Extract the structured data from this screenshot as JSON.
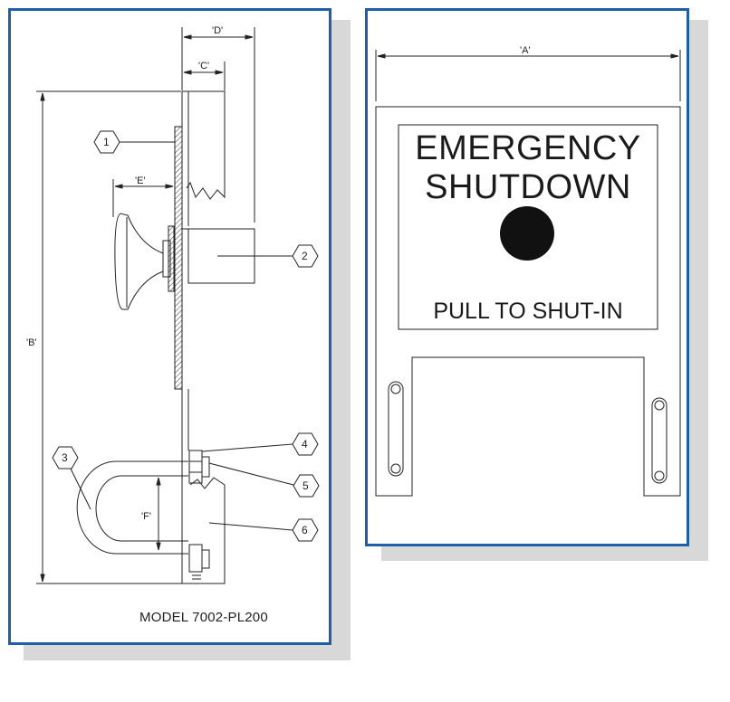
{
  "colors": {
    "panel_border": "#1f5fa6",
    "shadow": "#d8d8d8",
    "line": "#222222"
  },
  "side_view": {
    "model_label": "MODEL 7002-PL200",
    "dimensions": {
      "b": "'B'",
      "c": "'C'",
      "d": "'D'",
      "e": "'E'",
      "f": "'F'"
    },
    "callouts": [
      "1",
      "2",
      "3",
      "4",
      "5",
      "6"
    ]
  },
  "front_view": {
    "dimension_a": "'A'",
    "sign_line_1": "EMERGENCY",
    "sign_line_2": "SHUTDOWN",
    "sign_footer": "PULL TO SHUT-IN"
  }
}
